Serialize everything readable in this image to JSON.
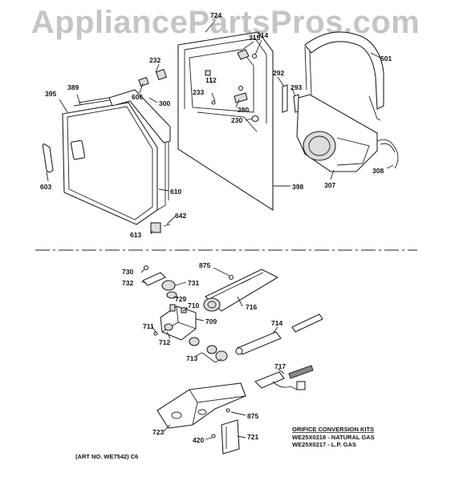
{
  "watermark": "AppliancePartsPros.com",
  "colors": {
    "line": "#222222",
    "shade": "#dddddd",
    "watermark": "#969696"
  },
  "upper_labels": {
    "l724": "724",
    "l315": "315",
    "l314": "314",
    "l232": "232",
    "l606": "606",
    "l389": "389",
    "l395": "395",
    "l300": "300",
    "l112": "112",
    "l233": "233",
    "l380": "380",
    "l230": "230",
    "l292": "292",
    "l293": "293",
    "l501": "501",
    "l308": "308",
    "l307": "307",
    "l398": "398",
    "l603": "603",
    "l610": "610",
    "l642": "642",
    "l613": "613"
  },
  "lower_labels": {
    "l875a": "875",
    "l730": "730",
    "l732": "732",
    "l731": "731",
    "l729": "729",
    "l710": "710",
    "l716": "716",
    "l711": "711",
    "l709": "709",
    "l712": "712",
    "l714": "714",
    "l713": "713",
    "l717": "717",
    "l875b": "875",
    "l723": "723",
    "l420": "420",
    "l721": "721"
  },
  "notes": {
    "kit_title": "ORIFICE CONVERSION KITS",
    "kit_natural": "WE25X0218 - NATURAL GAS",
    "kit_lp": "WE25X0217 - L.P. GAS",
    "art_no": "(ART NO. WE7542) C6"
  }
}
